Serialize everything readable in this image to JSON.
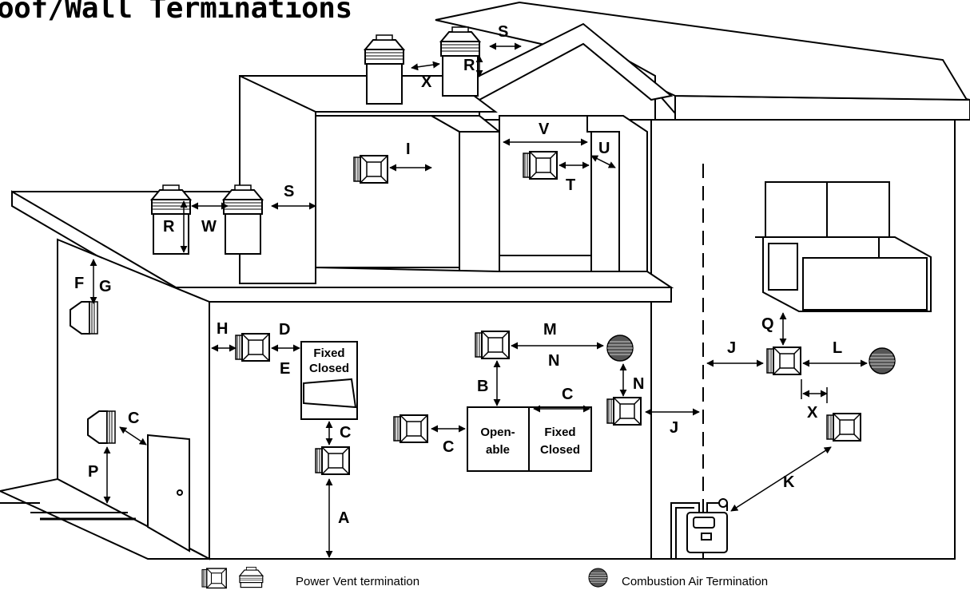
{
  "title": "oof/Wall Terminations",
  "labels": {
    "A": "A",
    "B": "B",
    "C": "C",
    "D": "D",
    "E": "E",
    "F": "F",
    "G": "G",
    "H": "H",
    "I": "I",
    "J": "J",
    "K": "K",
    "L": "L",
    "M": "M",
    "N": "N",
    "P": "P",
    "Q": "Q",
    "R": "R",
    "S": "S",
    "T": "T",
    "U": "U",
    "V": "V",
    "W": "W",
    "X": "X"
  },
  "windows": {
    "fixed": "Fixed",
    "closed": "Closed",
    "open1": "Open-",
    "open2": "able"
  },
  "legend": {
    "power_vent": "Power Vent termination",
    "combustion_air": "Combustion Air Termination"
  },
  "colors": {
    "line": "#000000",
    "fill": "#ffffff",
    "vent_gray": "#555555"
  }
}
